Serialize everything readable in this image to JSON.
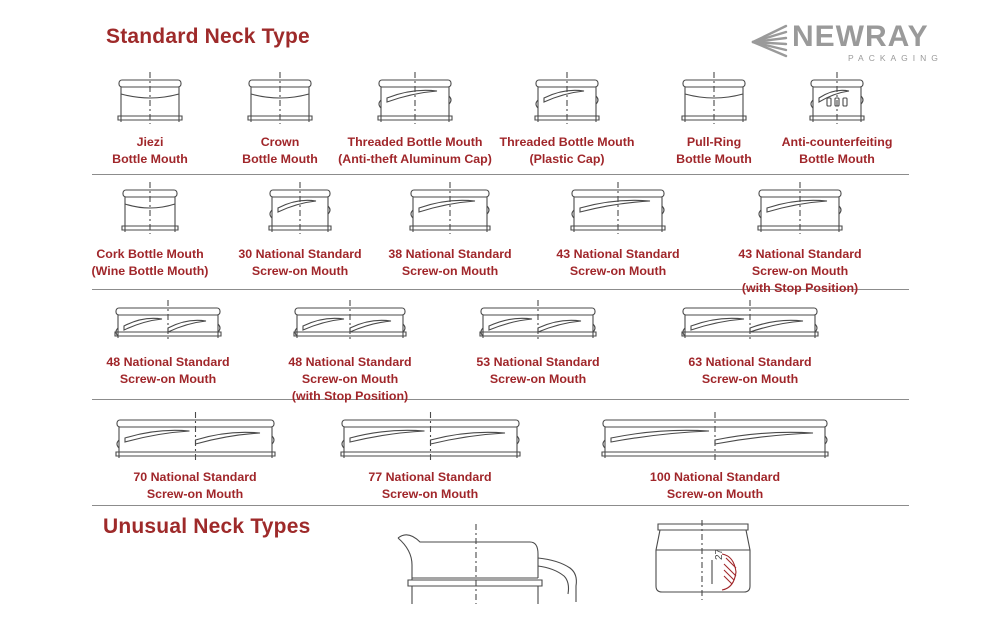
{
  "headings": {
    "standard": "Standard Neck Type",
    "unusual": "Unusual Neck Types"
  },
  "brand": {
    "name": "NEWRAY",
    "sub": "PACKAGING"
  },
  "colors": {
    "heading": "#9e2a2a",
    "caption": "#a0262a",
    "line": "#4a4a4a",
    "logo": "#9a9a9a",
    "divider": "#8c8c8c"
  },
  "icons": {
    "logo": "striped-wing-logo",
    "neck": "neck-cross-section-drawing"
  },
  "rows": [
    {
      "items": [
        {
          "label": [
            "Jiezi",
            "Bottle Mouth"
          ]
        },
        {
          "label": [
            "Crown",
            "Bottle Mouth"
          ]
        },
        {
          "label": [
            "Threaded Bottle Mouth",
            "(Anti-theft Aluminum Cap)"
          ]
        },
        {
          "label": [
            "Threaded Bottle Mouth",
            "(Plastic Cap)"
          ]
        },
        {
          "label": [
            "Pull-Ring",
            "Bottle Mouth"
          ]
        },
        {
          "label": [
            "Anti-counterfeiting",
            "Bottle Mouth"
          ]
        }
      ]
    },
    {
      "items": [
        {
          "label": [
            "Cork Bottle Mouth",
            "(Wine Bottle Mouth)"
          ]
        },
        {
          "label": [
            "30 National Standard",
            "Screw-on Mouth"
          ]
        },
        {
          "label": [
            "38 National Standard",
            "Screw-on Mouth"
          ]
        },
        {
          "label": [
            "43 National Standard",
            "Screw-on Mouth"
          ]
        },
        {
          "label": [
            "43 National Standard",
            "Screw-on Mouth",
            "(with Stop Position)"
          ]
        }
      ]
    },
    {
      "items": [
        {
          "label": [
            "48 National Standard",
            "Screw-on Mouth"
          ]
        },
        {
          "label": [
            "48 National Standard",
            "Screw-on Mouth",
            "(with Stop Position)"
          ]
        },
        {
          "label": [
            "53 National Standard",
            "Screw-on Mouth"
          ]
        },
        {
          "label": [
            "63 National Standard",
            "Screw-on Mouth"
          ]
        }
      ]
    },
    {
      "items": [
        {
          "label": [
            "70 National Standard",
            "Screw-on Mouth"
          ]
        },
        {
          "label": [
            "77 National Standard",
            "Screw-on Mouth"
          ]
        },
        {
          "label": [
            "100 National Standard",
            "Screw-on Mouth"
          ]
        }
      ]
    }
  ],
  "unusual_items": [
    {
      "annotation": ""
    },
    {
      "annotation": "27"
    }
  ]
}
